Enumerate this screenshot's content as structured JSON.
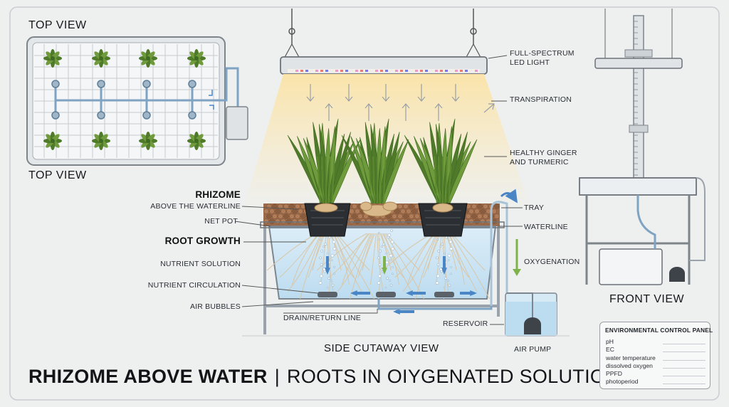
{
  "views": {
    "top_view_upper": "TOP VIEW",
    "top_view_lower": "TOP VIEW",
    "side_view": "SIDE CUTAWAY VIEW",
    "front_view": "FRONT VIEW"
  },
  "labels": {
    "led_light": [
      "FULL-SPECTRUM",
      "LED LIGHT"
    ],
    "transpiration": "TRANSPIRATION",
    "healthy_plants": [
      "HEALTHY GINGER",
      "AND TURMERIC"
    ],
    "rhizome": "RHIZOME",
    "above_waterline": "ABOVE THE WATERLINE",
    "net_pot": "NET POT",
    "root_growth": "ROOT GROWTH",
    "nutrient_solution": "NUTRIENT SOLUTION",
    "nutrient_circulation": "NUTRIENT CIRCULATION",
    "air_bubbles": "AIR BUBBLES",
    "drain_return": "DRAIN/RETURN LINE",
    "tray": "TRAY",
    "waterline": "WATERLINE",
    "oxygenation": "OXYGENATION",
    "reservoir": "RESERVOIR",
    "air_pump": "AIR PUMP"
  },
  "headline": {
    "bold": "RHIZOME ABOVE WATER",
    "separator": "|",
    "regular": "ROOTS IN OIYGENATED SOLUTION"
  },
  "control_panel": {
    "title": "ENVIRONMENTAL CONTROL PANEL",
    "rows": [
      "pH",
      "EC",
      "water temperature",
      "dissolved oxygen",
      "PPFD",
      "photoperiod"
    ]
  },
  "colors": {
    "water": "#cfe6f5",
    "leaf": "#6f9b3c",
    "leaf_dark": "#4f7a2a",
    "clay": "#9a6a4a",
    "steel": "#9aa3ab",
    "flow_arrow": "#4a86c5",
    "oxygen_arrow": "#7fb24a",
    "light_glow": "#fbe9b8"
  }
}
